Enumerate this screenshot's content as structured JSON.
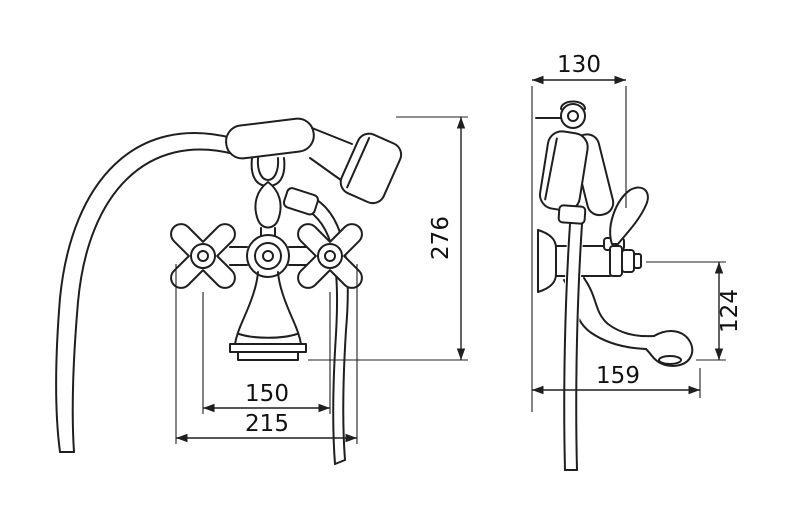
{
  "canvas": {
    "background": "#ffffff",
    "line_color": "#1f1f1f"
  },
  "dimensions": {
    "overall_height": "276",
    "handle_spacing": "150",
    "overall_width": "215",
    "depth": "130",
    "spout_height": "124",
    "spout_reach": "159"
  }
}
